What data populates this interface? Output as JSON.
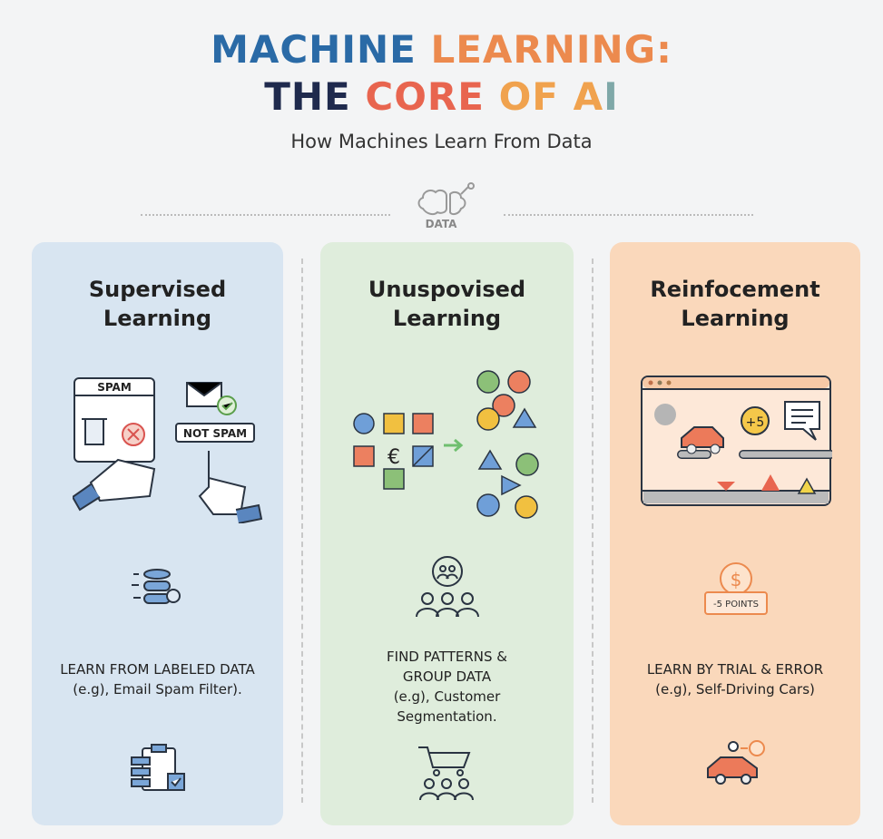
{
  "title": {
    "line1_a": "MACHINE",
    "line1_b": "LEARNING:",
    "line2_a": "THE",
    "line2_b": "CORE",
    "line2_c": "OF A",
    "line2_d": "I"
  },
  "subtitle": "How Machines Learn From Data",
  "data_label": "DATA",
  "panels": [
    {
      "title_1": "Supervised",
      "title_2": "Learning",
      "spam": "SPAM",
      "not_spam": "NOT SPAM",
      "desc_1": "LEARN FROM LABELED DATA",
      "desc_2": "(e.g), Email Spam Filter).",
      "color": "#d8e5f1"
    },
    {
      "title_1": "Unuspovised",
      "title_2": "Learning",
      "desc_1": "FIND PATTERNS &",
      "desc_2": "GROUP DATA",
      "desc_3": "(e.g), Customer",
      "desc_4": "Segmentation.",
      "color": "#dfeddc"
    },
    {
      "title_1": "Reinfocement",
      "title_2": "Learning",
      "plus": "+5",
      "points": "-5 POINTS",
      "dollar": "$",
      "desc_1": "LEARN BY TRIAL & ERROR",
      "desc_2": "(e.g), Self-Driving Cars)",
      "color": "#fad8bb"
    }
  ]
}
